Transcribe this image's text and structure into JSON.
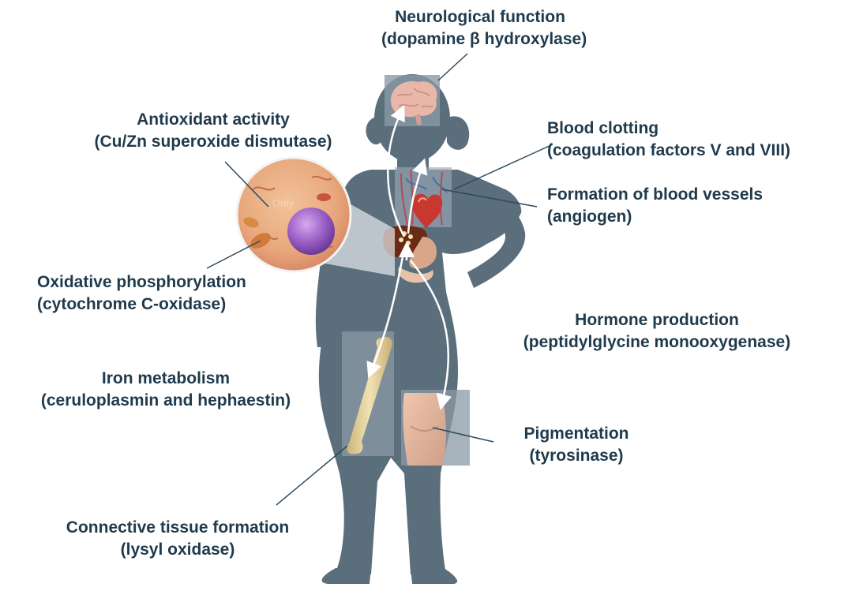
{
  "functions": [
    {
      "id": "neuro",
      "title": "Neurological function",
      "enzyme": "(dopamine β hydroxylase)"
    },
    {
      "id": "antioxidant",
      "title": "Antioxidant activity",
      "enzyme": "(Cu/Zn superoxide dismutase)"
    },
    {
      "id": "clotting",
      "title": "Blood clotting",
      "enzyme": "(coagulation factors V and VIII)"
    },
    {
      "id": "vessels",
      "title": "Formation of blood vessels",
      "enzyme": "(angiogen)"
    },
    {
      "id": "oxphos",
      "title": "Oxidative phosphorylation",
      "enzyme": "(cytochrome C-oxidase)"
    },
    {
      "id": "hormone",
      "title": "Hormone production",
      "enzyme": "(peptidylglycine monooxygenase)"
    },
    {
      "id": "iron",
      "title": "Iron metabolism",
      "enzyme": "(ceruloplasmin and hephaestin)"
    },
    {
      "id": "pigment",
      "title": "Pigmentation",
      "enzyme": "(tyrosinase)"
    },
    {
      "id": "connective",
      "title": "Connective tissue formation",
      "enzyme": "(lysyl oxidase)"
    }
  ],
  "watermark_text": "Only",
  "colors": {
    "silhouette": "#5b6e7c",
    "label_text": "#1f3a4d",
    "leader_line": "#2d4a5e",
    "arrow": "#ffffff",
    "cell": "#e8a87c",
    "nucleus": "#9a5fc4",
    "liver": "#6b2a12",
    "heart": "#c8382f",
    "bone": "#e9d8a6",
    "skin": "#e0b49b",
    "brain": "#e9b7aa"
  },
  "icons": [
    "brain-icon",
    "heart-icon",
    "liver-icon",
    "cell-icon",
    "bone-icon",
    "skin-icon"
  ]
}
